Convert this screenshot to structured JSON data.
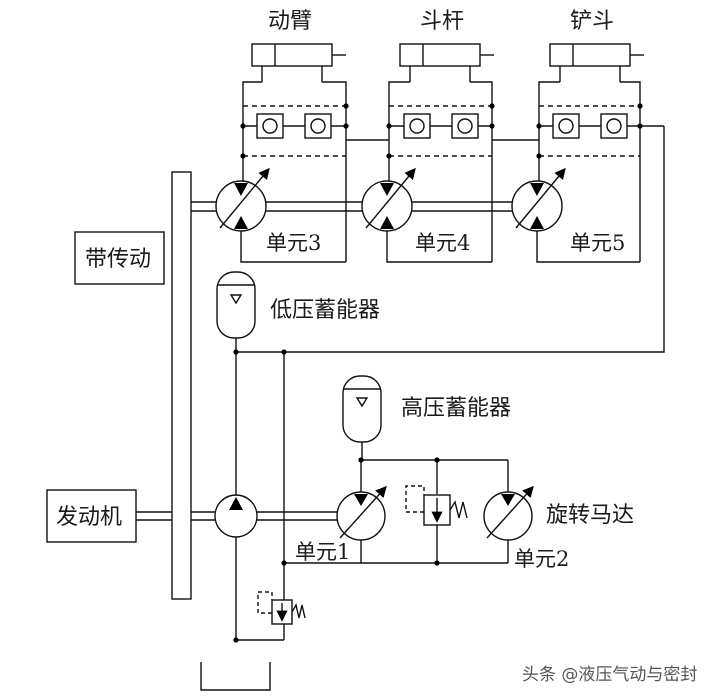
{
  "labels": {
    "boom": "动臂",
    "arm": "斗杆",
    "bucket": "铲斗",
    "belt_drive": "带传动",
    "engine": "发动机",
    "low_pressure_accumulator": "低压蓄能器",
    "high_pressure_accumulator": "高压蓄能器",
    "swing_motor": "旋转马达",
    "unit1": "单元1",
    "unit2": "单元2",
    "unit3": "单元3",
    "unit4": "单元4",
    "unit5": "单元5"
  },
  "watermark": "头条 @液压气动与密封"
}
